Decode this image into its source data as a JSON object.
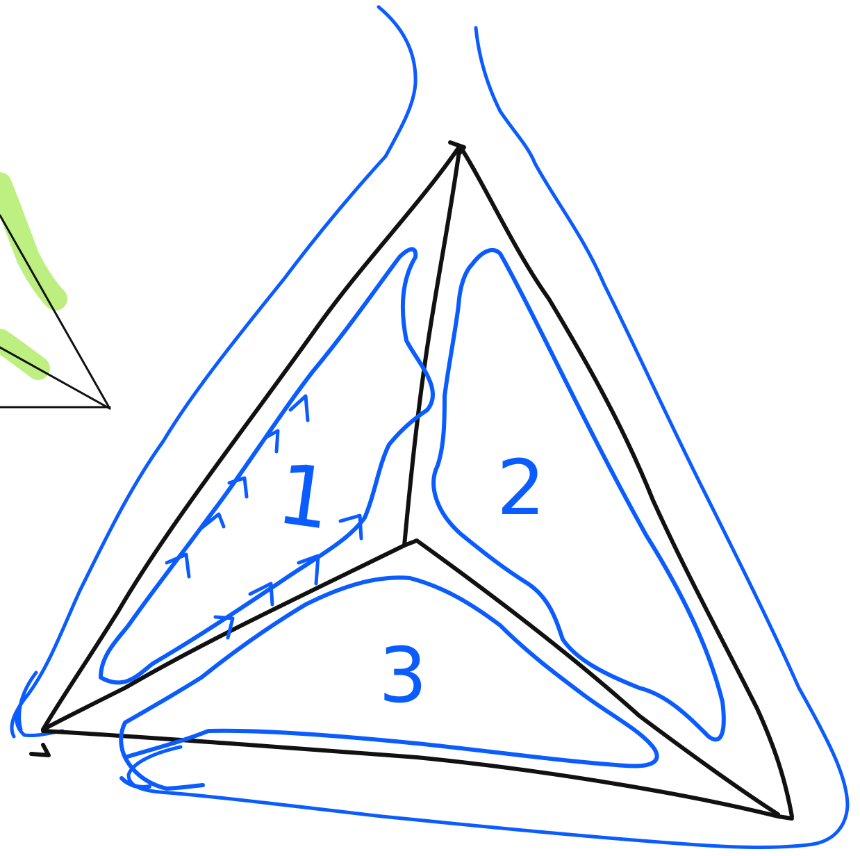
{
  "diagram": {
    "region_labels": [
      "1",
      "2",
      "3"
    ]
  },
  "colors": {
    "background": "#ffffff",
    "ink": "#111111",
    "trace": "#0a5cff",
    "highlight": "#b9ef7a"
  },
  "icons": {
    "small_triangle": "small-triangle-sketch",
    "arrow": "flow-arrow-icon"
  }
}
